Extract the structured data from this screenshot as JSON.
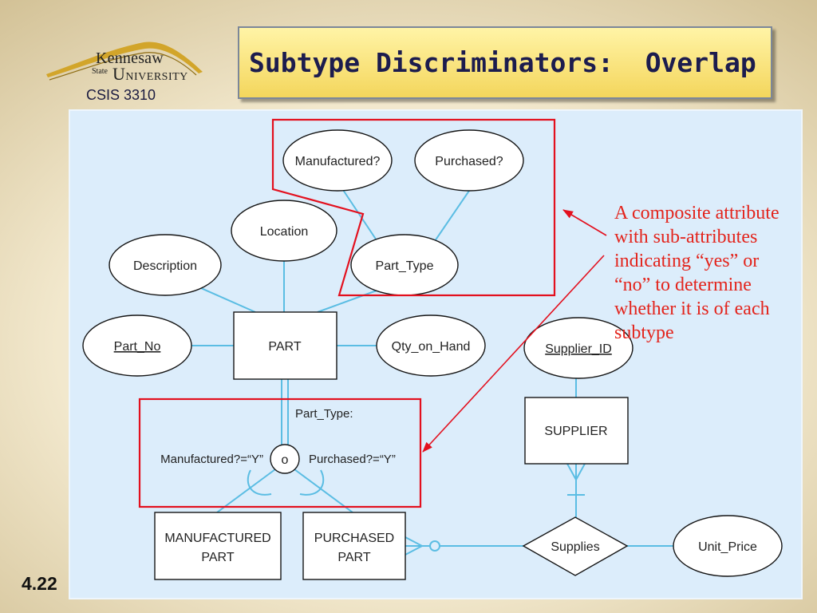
{
  "slide": {
    "title": "Subtype Discriminators:  Overlap",
    "course": "CSIS 3310",
    "slide_number": "4.22",
    "logo": {
      "name": "Kennesaw",
      "state": "State",
      "university": "UNIVERSITY"
    }
  },
  "diagram": {
    "attributes": {
      "manufactured": "Manufactured?",
      "purchased": "Purchased?",
      "location": "Location",
      "part_type": "Part_Type",
      "description": "Description",
      "part_no": "Part_No",
      "qty_on_hand": "Qty_on_Hand",
      "supplier_id": "Supplier_ID",
      "unit_price": "Unit_Price"
    },
    "entities": {
      "part": "PART",
      "supplier": "SUPPLIER",
      "manufactured_part": [
        "MANUFACTURED",
        "PART"
      ],
      "purchased_part": [
        "PURCHASED",
        "PART"
      ]
    },
    "relationship": {
      "supplies": "Supplies"
    },
    "subtype": {
      "discriminator": "Part_Type:",
      "constraint_symbol": "o",
      "manufactured_condition": "Manufactured?=“Y”",
      "purchased_condition": "Purchased?=“Y”"
    }
  },
  "annotation": {
    "lines": [
      "A composite attribute",
      "with sub-attributes",
      "indicating “yes” or",
      "“no” to determine",
      "whether it is of each",
      "subtype"
    ]
  },
  "colors": {
    "panel": "#dcedfb",
    "connector": "#5bbde3",
    "highlight": "#e3101e",
    "annotation": "#e3241c",
    "title_fill": "#f9e27a",
    "title_text": "#1c1c4e",
    "logo_gold": "#d2a52a"
  }
}
